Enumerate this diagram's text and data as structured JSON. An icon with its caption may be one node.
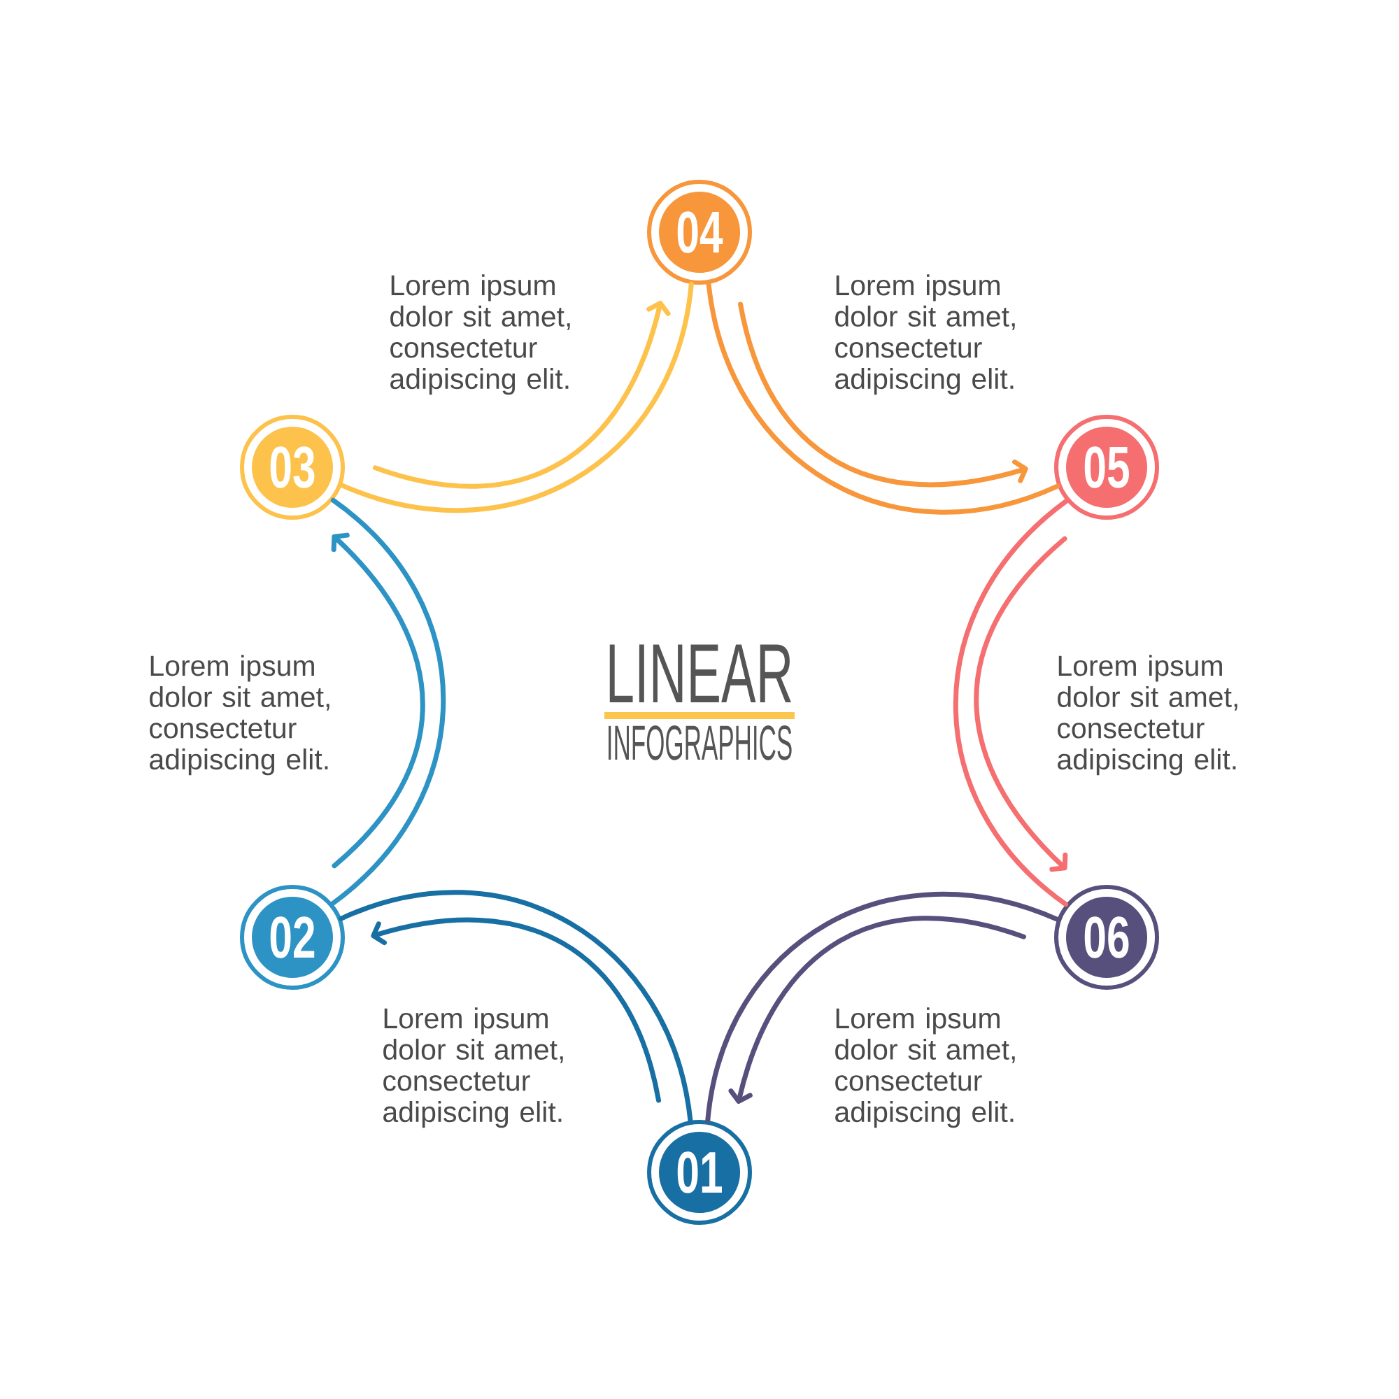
{
  "diagram": {
    "title": "LINEAR",
    "nodes": [
      {
        "text": [
          "01"
        ]
      },
      {
        "text": [
          "02"
        ]
      },
      {
        "text": [
          "03"
        ]
      },
      {
        "text": [
          "04"
        ]
      },
      {
        "text": [
          "05"
        ]
      },
      {
        "text": [
          "06"
        ]
      }
    ],
    "edges": [
      {
        "from": 0,
        "to": 1,
        "arrow": "none",
        "color": "#176fa3"
      },
      {
        "from": 0,
        "to": 1,
        "arrow": "to",
        "color": "#176fa3"
      },
      {
        "from": 1,
        "to": 2,
        "arrow": "none",
        "color": "#2c93c4"
      },
      {
        "from": 1,
        "to": 2,
        "arrow": "to",
        "color": "#2c93c4"
      },
      {
        "from": 2,
        "to": 3,
        "arrow": "none",
        "color": "#fdc24c"
      },
      {
        "from": 2,
        "to": 3,
        "arrow": "to",
        "color": "#fdc24c"
      },
      {
        "from": 3,
        "to": 4,
        "arrow": "none",
        "color": "#f7963b"
      },
      {
        "from": 3,
        "to": 4,
        "arrow": "to",
        "color": "#f7963b"
      },
      {
        "from": 4,
        "to": 5,
        "arrow": "none",
        "color": "#f56e70"
      },
      {
        "from": 4,
        "to": 5,
        "arrow": "to",
        "color": "#f56e70"
      },
      {
        "from": 5,
        "to": 0,
        "arrow": "none",
        "color": "#57507d"
      },
      {
        "from": 5,
        "to": 0,
        "arrow": "to",
        "color": "#57507d"
      }
    ],
    "labels": [
      "Lorem ipsum dolor sit amet, consectetur adipiscing elit.",
      "Lorem ipsum dolor sit amet, consectetur adipiscing elit.",
      "Lorem ipsum dolor sit amet, consectetur adipiscing elit.",
      "INFOGRAPHICS",
      "Lorem ipsum dolor sit amet, consectetur adipiscing elit.",
      "Lorem ipsum dolor sit amet, consectetur adipiscing elit.",
      "Lorem ipsum dolor sit amet, consectetur adipiscing elit."
    ]
  }
}
